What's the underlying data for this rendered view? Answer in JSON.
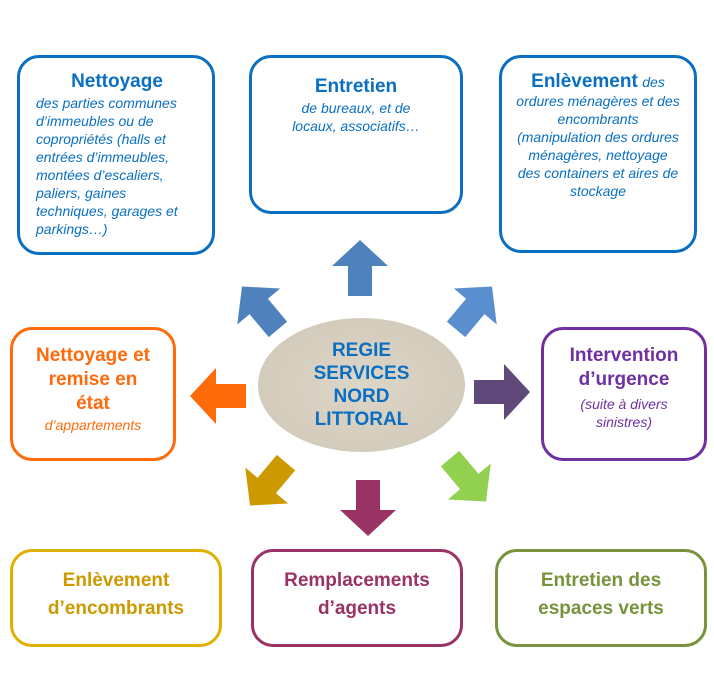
{
  "center": {
    "lines": [
      "REGIE",
      "SERVICES",
      "NORD",
      "LITTORAL"
    ]
  },
  "boxes": {
    "nettoyage": {
      "title": "Nettoyage",
      "desc": "des parties communes d’immeubles ou de copropriétés (halls et entrées d’immeubles, montées d’escaliers, paliers, gaines techniques, garages et parkings…)"
    },
    "entretien": {
      "title": "Entretien",
      "desc": "de bureaux, et de locaux, associatifs…"
    },
    "enlevement": {
      "title": "Enlèvement",
      "title_suffix": "des",
      "desc": "ordures ménagères et des encombrants (manipulation des ordures ménagères, nettoyage des containers et aires de stockage"
    },
    "remise": {
      "title": "Nettoyage et remise en état",
      "desc": "d’appartements"
    },
    "urgence": {
      "title": "Intervention d’urgence",
      "desc": "(suite à divers sinistres)"
    },
    "encombrants": {
      "title": "Enlèvement d’encombrants"
    },
    "remplacements": {
      "title": "Remplacements d’agents"
    },
    "espaces": {
      "title": "Entretien des espaces verts"
    }
  },
  "colors": {
    "blue": "#0a6fc2",
    "arrow_blue": "#4f81bd",
    "orange": "#ff6a0a",
    "purple": "#7030a0",
    "arrow_purple": "#5f497a",
    "gold": "#cc9900",
    "maroon": "#993366",
    "green": "#77933c",
    "arrow_green": "#92d050"
  }
}
